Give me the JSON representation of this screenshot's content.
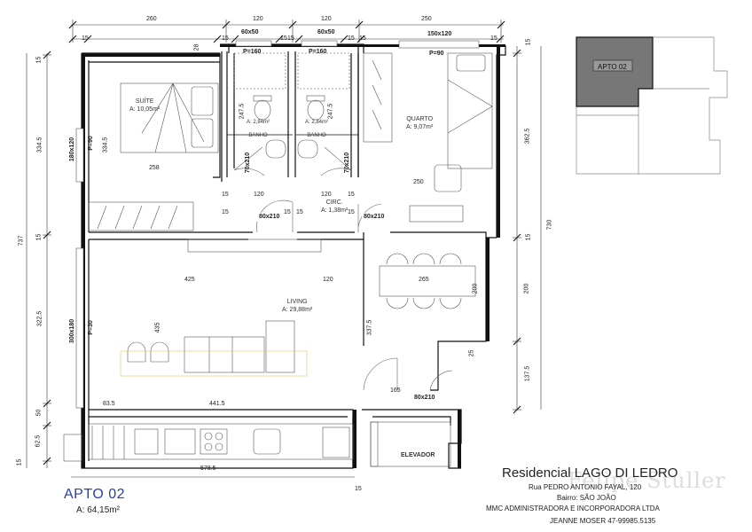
{
  "project": {
    "name": "Residencial LAGO DI LEDRO",
    "address": "Rua PEDRO ANTONIO FAYAL, 120",
    "neighborhood": "Bairro: SÃO JOÃO",
    "company": "MMC ADMINISTRADORA E INCORPORADORA LTDA",
    "contact": "JEANNE MOSER  47-99985.5135",
    "watermark": "Felipe Stuller"
  },
  "unit": {
    "name": "APTO 02",
    "area": "A: 64,15m²"
  },
  "key_plan": {
    "label": "APTO 02"
  },
  "rooms": {
    "suite": {
      "name": "SUÍTE",
      "area": "A: 10,05m²"
    },
    "banho1": {
      "name": "BANHO",
      "area": "A: 2,84m²"
    },
    "banho2": {
      "name": "BANHO",
      "area": "A: 2,84m²"
    },
    "quarto": {
      "name": "QUARTO",
      "area": "A: 9,07m²"
    },
    "circ": {
      "name": "CIRC.",
      "area": "A: 1,38m²"
    },
    "living": {
      "name": "LIVING",
      "area": "A: 29,88m²"
    },
    "elevador": {
      "name": "ELEVADOR"
    }
  },
  "windows": {
    "banho1": "60x50",
    "banho2": "60x50",
    "quarto": "150x120",
    "suite": "180x120",
    "living": "300x180"
  },
  "doors": {
    "banho1": "70x210",
    "banho2": "70x210",
    "suite": "80x210",
    "quarto": "80x210",
    "entry": "80x210",
    "p160a": "P=160",
    "p160b": "P=160",
    "p90a": "P=90",
    "p90b": "P=90",
    "p30": "P=30"
  },
  "dims_top": {
    "d1": "260",
    "d2": "120",
    "d3": "120",
    "d4": "250",
    "t15a": "15",
    "t15b": "15",
    "t15c": "15",
    "t15d": "15",
    "t15e": "15",
    "t15f": "15",
    "t15g": "15"
  },
  "dims_left": {
    "l15": "15",
    "l3345": "334.5",
    "l15b": "15",
    "l3225": "322.5",
    "l50": "50",
    "l625": "62.5",
    "l15c": "15",
    "l737": "737"
  },
  "dims_right": {
    "r15": "15",
    "r3625": "362.5",
    "r15b": "15",
    "r200": "200",
    "r1375": "137.5",
    "r730": "730"
  },
  "dims_inner": {
    "suite_w": "258",
    "suite_h": "334.5",
    "banho_h1": "247.5",
    "banho_h2": "247.5",
    "quarto_w": "250",
    "circ_120a": "120",
    "circ_120b": "120",
    "c15a": "15",
    "c15b": "15",
    "c15c": "15",
    "c15d": "15",
    "c15e": "15",
    "c15f": "15",
    "liv_425": "425",
    "liv_120": "120",
    "liv_265": "265",
    "liv_200": "200",
    "liv_435": "435",
    "liv_3375": "337.5",
    "liv_165": "165",
    "liv_835": "83.5",
    "liv_4415": "441.5",
    "bot_5785": "578.5",
    "bot_15": "15",
    "v28": "28",
    "v25": "25"
  }
}
